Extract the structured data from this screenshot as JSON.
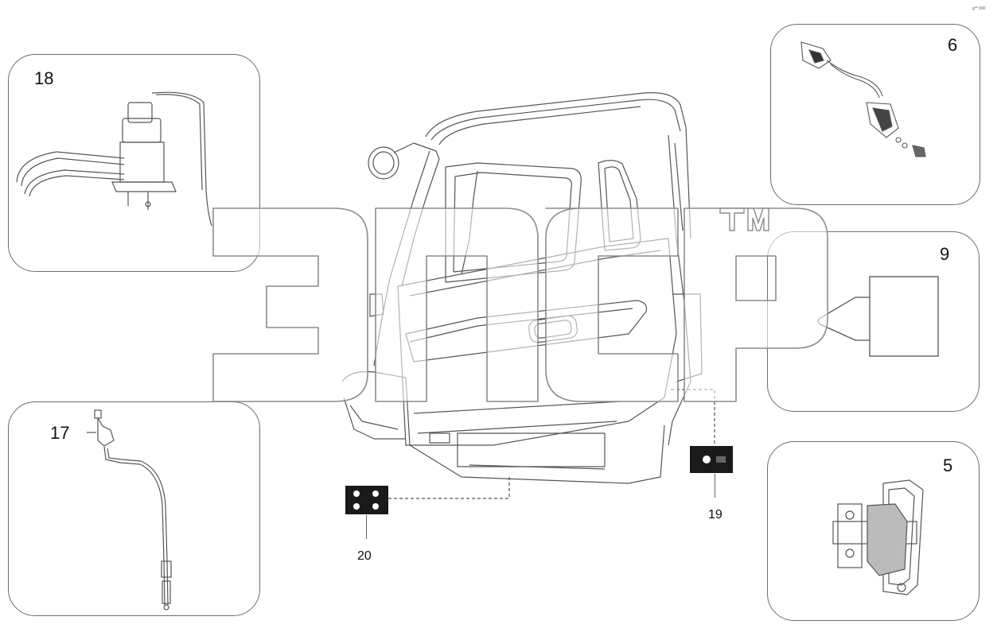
{
  "callouts": {
    "c18": "18",
    "c6": "6",
    "c9": "9",
    "c17": "17",
    "c5": "5",
    "c19": "19",
    "c20": "20"
  },
  "corner_mark": "g⁰⁰ 000",
  "watermark": {
    "logo": "эпср",
    "tm": "TM",
    "fill": "#ffffff",
    "stroke": "#8c8c8c"
  },
  "colors": {
    "line": "#555555",
    "panel_border": "#6d6d6d",
    "plate": "#1a1a1a"
  }
}
